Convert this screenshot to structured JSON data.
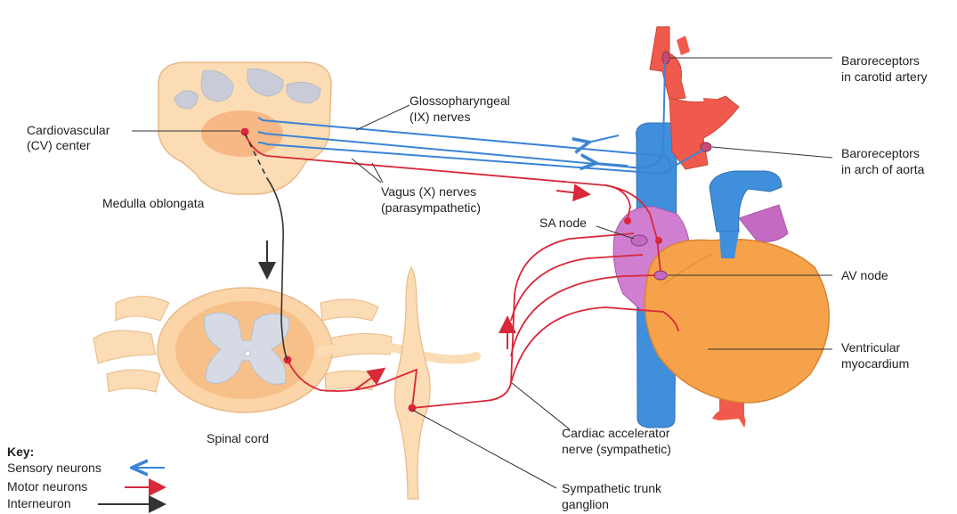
{
  "labels": {
    "cv_center_1": "Cardiovascular",
    "cv_center_2": "(CV) center",
    "medulla": "Medulla oblongata",
    "glosso_1": "Glossopharyngeal",
    "glosso_2": "(IX) nerves",
    "vagus_1": "Vagus (X) nerves",
    "vagus_2": "(parasympathetic)",
    "sa_node": "SA node",
    "av_node": "AV node",
    "baro_carotid_1": "Baroreceptors",
    "baro_carotid_2": "in carotid artery",
    "baro_aorta_1": "Baroreceptors",
    "baro_aorta_2": "in arch of aorta",
    "ventricular_1": "Ventricular",
    "ventricular_2": "myocardium",
    "spinal_cord": "Spinal cord",
    "accel_1": "Cardiac accelerator",
    "accel_2": "nerve (sympathetic)",
    "ganglion_1": "Sympathetic trunk",
    "ganglion_2": "ganglion"
  },
  "key": {
    "title": "Key:",
    "items": [
      {
        "label": "Sensory neurons",
        "color": "#3a84d6"
      },
      {
        "label": "Motor neurons",
        "color": "#d8283a"
      },
      {
        "label": "Interneuron",
        "color": "#333333"
      }
    ]
  },
  "colors": {
    "sensory": "#3a84d6",
    "motor": "#d8283a",
    "interneuron": "#333333",
    "tissue": "#f9d6a8",
    "heart": "#f6a24a",
    "artery": "#ef5a4c",
    "vein": "#3f8fdc",
    "atrium": "#c46ac2"
  }
}
